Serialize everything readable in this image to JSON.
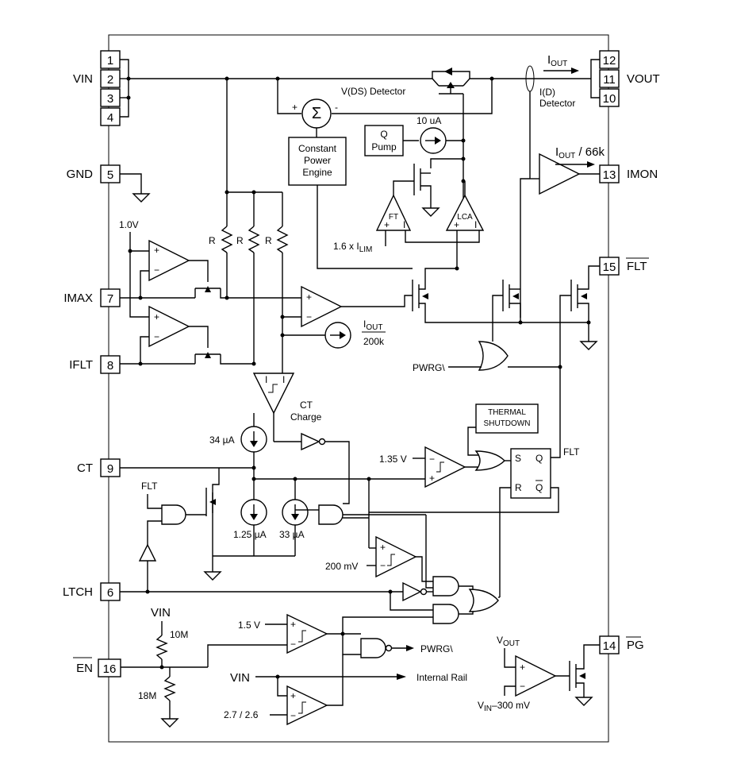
{
  "pins": {
    "p1": "1",
    "p2": "2",
    "p3": "3",
    "p4": "4",
    "p5": "5",
    "p7": "7",
    "p8": "8",
    "p9": "9",
    "p6": "6",
    "p16": "16",
    "p12": "12",
    "p11": "11",
    "p10": "10",
    "p13": "13",
    "p15": "15",
    "p14": "14"
  },
  "pin_labels": {
    "vin": "VIN",
    "gnd": "GND",
    "imax": "IMAX",
    "iflt": "IFLT",
    "ct": "CT",
    "ltch": "LTCH",
    "en": "EN",
    "vout": "VOUT",
    "imon": "IMON",
    "flt": "FLT",
    "pg": "PG"
  },
  "blocks": {
    "cpe1": "Constant",
    "cpe2": "Power",
    "cpe3": "Engine",
    "qpump1": "Q",
    "qpump2": "Pump",
    "thermal1": "THERMAL",
    "thermal2": "SHUTDOWN",
    "vds": "V(DS) Detector",
    "id1": "I(D)",
    "id2": "Detector",
    "sigma": "Σ",
    "ft": "FT",
    "lca": "LCA"
  },
  "labels": {
    "iout_main": "I",
    "iout_sub": "OUT",
    "imon_i": "I",
    "imon_sub": "OUT",
    "imon_ratio": " / 66k",
    "i10ua": "10 uA",
    "lim_pre": "1.6 x I",
    "lim_sub": "LIM",
    "v1_0": "1.0V",
    "r1": "R",
    "r2": "R",
    "r3": "R",
    "iout200_i": "I",
    "iout200_sub": "OUT",
    "iout200_den": "200k",
    "pwrg_in": "PWRG\\",
    "ct_charge1": "CT",
    "ct_charge2": "Charge",
    "i34": "34 µA",
    "v135": "1.35 V",
    "flt_in": "FLT",
    "i125": "1.25  µA",
    "i33": "33  µA",
    "v200": "200 mV",
    "flt_out": "FLT",
    "sr_s": "S",
    "sr_q": "Q",
    "sr_r": "R",
    "sr_qb": "Q",
    "vin_top": "VIN",
    "r10m": "10M",
    "r18m": "18M",
    "v15": "1.5 V",
    "pwrg_out": "PWRG\\",
    "vin_rail": "VIN",
    "internal_rail": "Internal Rail",
    "v27": "2.7 / 2.6",
    "vout_ref": "V",
    "vout_ref_sub": "OUT",
    "vin_ref": "V",
    "vin_ref_sub": "IN",
    "vin_ref_tail": "–300 mV"
  }
}
